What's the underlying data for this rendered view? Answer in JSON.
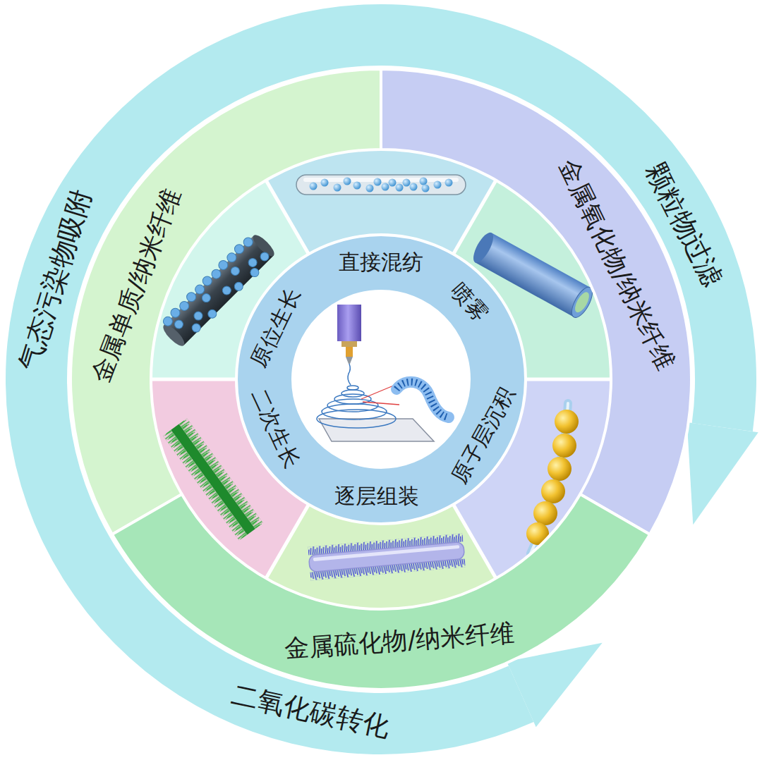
{
  "diagram": {
    "nodes": [
      {
        "text": [
          "气态污染物吸附",
          "颗粒物过滤",
          "二氧化碳转化"
        ]
      },
      {
        "text": [
          "金属单质/纳米纤维"
        ]
      },
      {
        "text": [
          "金属氧化物/纳米纤维"
        ]
      },
      {
        "text": [
          "金属硫化物/纳米纤维"
        ]
      },
      {
        "text": [
          "直接混纺",
          "喷雾",
          "原子层沉积",
          "逐层组装",
          "二次生长",
          "原位生长"
        ]
      }
    ]
  }
}
